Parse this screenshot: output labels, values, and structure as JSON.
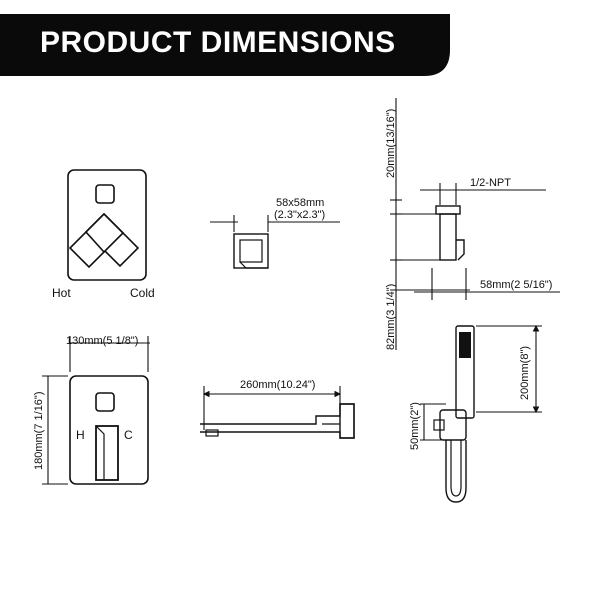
{
  "header": {
    "title": "PRODUCT DIMENSIONS",
    "banner_color": "#0a0a0a",
    "title_color": "#ffffff"
  },
  "valve_handle": {
    "hot_label": "Hot",
    "cold_label": "Cold"
  },
  "diverter_button": {
    "size_label_mm": "58x58mm",
    "size_label_in": "(2.3\"x2.3\")"
  },
  "side_profile": {
    "depth_label": "20mm(13/16\")",
    "thread_label": "1/2-NPT",
    "width_label": "58mm(2 5/16\")",
    "height_label": "82mm(3 1/4\")"
  },
  "trim_plate": {
    "width_label": "130mm(5 1/8\")",
    "height_label": "180mm(7 1/16\")",
    "hot_letter": "H",
    "cold_letter": "C"
  },
  "spout": {
    "length_label": "260mm(10.24\")"
  },
  "hand_shower": {
    "length_label": "200mm(8\")",
    "bracket_label": "50mm(2\")"
  },
  "line_color": "#111111"
}
